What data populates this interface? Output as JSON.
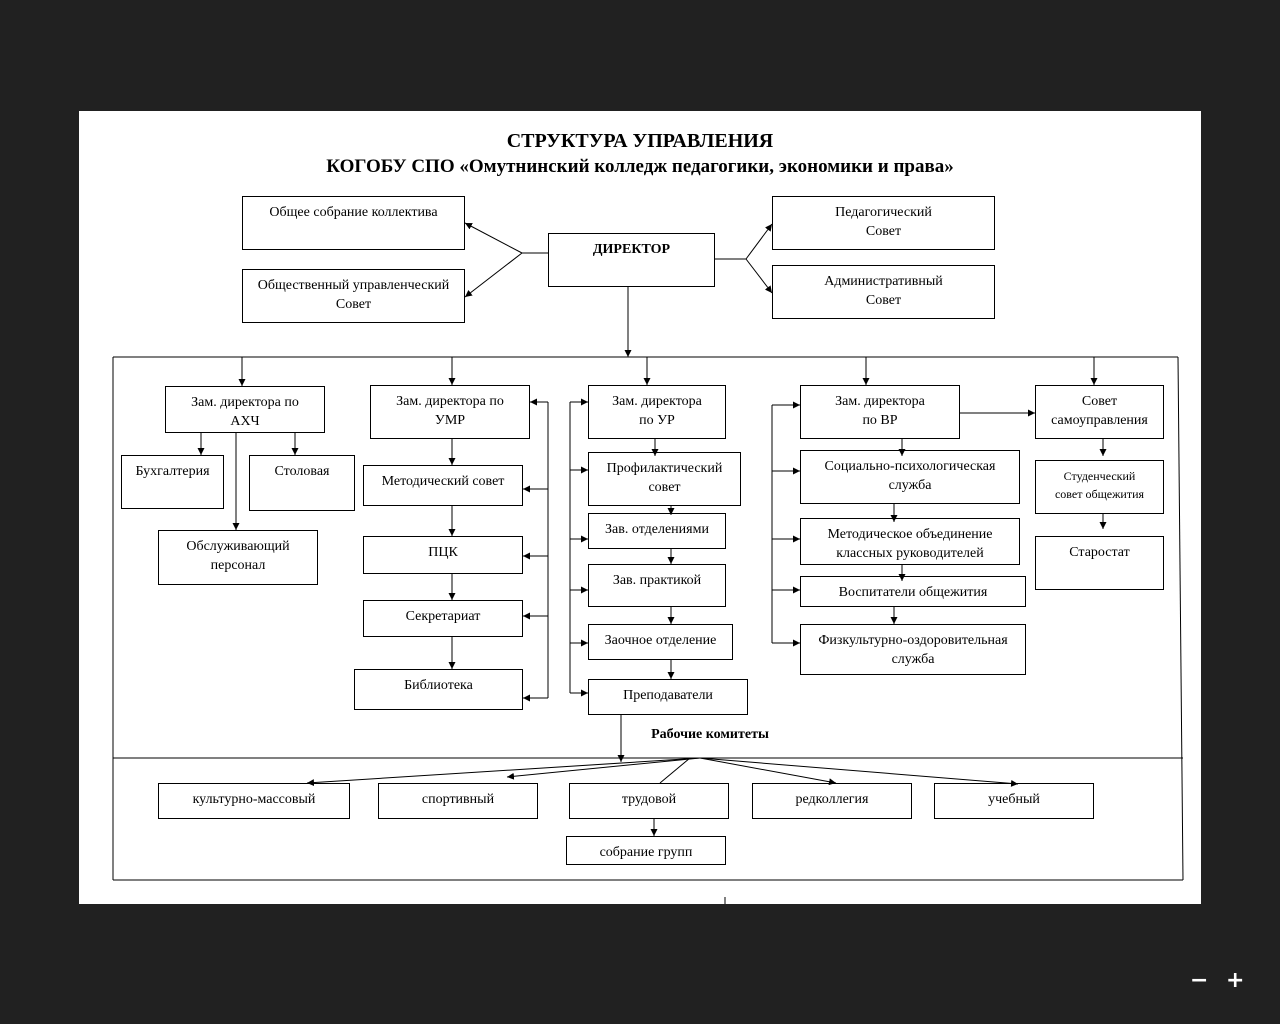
{
  "title": {
    "line1": "СТРУКТУРА УПРАВЛЕНИЯ",
    "line2": "КОГОБУ СПО «Омутнинский колледж педагогики, экономики и права»"
  },
  "top": {
    "general_meeting": "Общее собрание коллектива",
    "public_council": "Общественный управленческий\nСовет",
    "director": "ДИРЕКТОР",
    "pedagogical_council": "Педагогический\nСовет",
    "administrative_council": "Административный\nСовет"
  },
  "ahch": {
    "head": "Зам. директора по\nАХЧ",
    "accounting": "Бухгалтерия",
    "canteen": "Столовая",
    "service_staff": "Обслуживающий\nперсонал"
  },
  "umr": {
    "head": "Зам. директора по\nУМР",
    "methodical_council": "Методический совет",
    "pck": "ПЦК",
    "secretariat": "Секретариат",
    "library": "Библиотека"
  },
  "ur": {
    "head": "Зам. директора\nпо УР",
    "prevention_council": "Профилактический\nсовет",
    "dept_heads": "Зав. отделениями",
    "practice_head": "Зав. практикой",
    "correspondence": "Заочное отделение",
    "teachers": "Преподаватели"
  },
  "vr": {
    "head": "Зам. директора\nпо ВР",
    "social_psych": "Социально-психологическая\nслужба",
    "class_teachers": "Методическое объединение\nклассных руководителей",
    "dorm_tutors": "Воспитатели общежития",
    "sports_health": "Физкультурно-оздоровительная\nслужба"
  },
  "self_gov": {
    "council": "Совет\nсамоуправления",
    "dorm_council": "Студенческий\nсовет общежития",
    "starostat": "Старостат"
  },
  "committees": {
    "label": "Рабочие комитеты",
    "items": [
      "культурно-массовый",
      "спортивный",
      "трудовой",
      "редколлегия",
      "учебный"
    ],
    "group_meeting": "собрание групп"
  },
  "viewer": {
    "zoom_out": "−",
    "zoom_in": "+"
  }
}
